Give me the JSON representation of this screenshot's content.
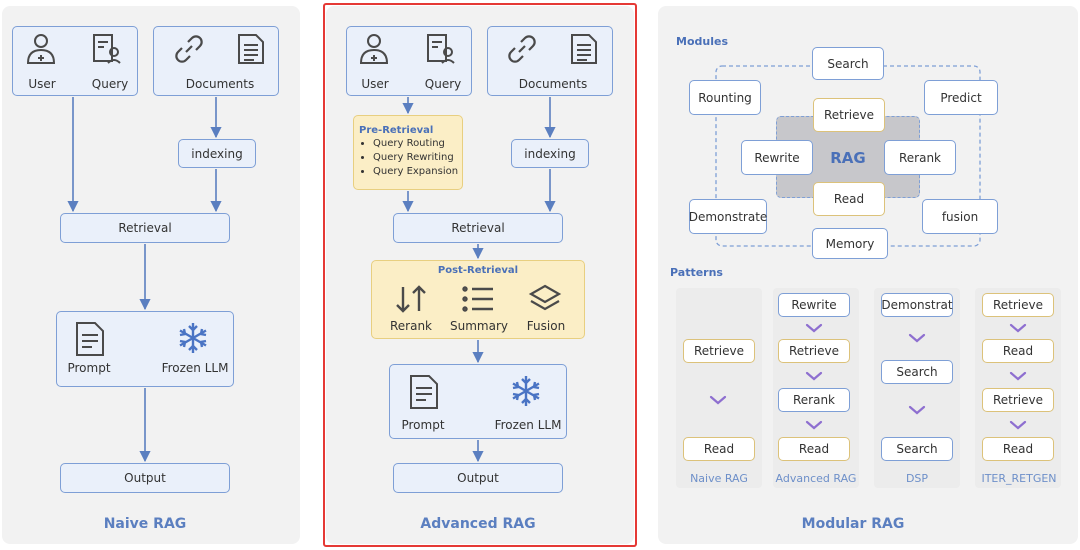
{
  "naive": {
    "title": "Naive RAG",
    "user": "User",
    "query": "Query",
    "documents": "Documents",
    "indexing": "indexing",
    "retrieval": "Retrieval",
    "prompt": "Prompt",
    "frozen_llm": "Frozen LLM",
    "output": "Output"
  },
  "advanced": {
    "title": "Advanced RAG",
    "user": "User",
    "query": "Query",
    "documents": "Documents",
    "pre_retrieval_title": "Pre-Retrieval",
    "pre_retrieval_items": [
      "Query Routing",
      "Query Rewriting",
      "Query Expansion"
    ],
    "indexing": "indexing",
    "retrieval": "Retrieval",
    "post_retrieval_title": "Post-Retrieval",
    "rerank": "Rerank",
    "summary": "Summary",
    "fusion": "Fusion",
    "prompt": "Prompt",
    "frozen_llm": "Frozen LLM",
    "output": "Output"
  },
  "modular": {
    "title": "Modular RAG",
    "modules_label": "Modules",
    "patterns_label": "Patterns",
    "modules": {
      "search": "Search",
      "rounting": "Rounting",
      "predict": "Predict",
      "retrieve": "Retrieve",
      "rag": "RAG",
      "rewrite": "Rewrite",
      "rerank": "Rerank",
      "read": "Read",
      "demonstrate": "Demonstrate",
      "fusion": "fusion",
      "memory": "Memory"
    },
    "patterns": {
      "naive": {
        "name": "Naive RAG",
        "steps": [
          "Retrieve",
          "Read"
        ]
      },
      "advanced": {
        "name": "Advanced RAG",
        "steps": [
          "Rewrite",
          "Retrieve",
          "Rerank",
          "Read"
        ]
      },
      "dsp": {
        "name": "DSP",
        "steps": [
          "Demonstrat",
          "Search",
          "Search"
        ]
      },
      "iter": {
        "name": "ITER_RETGEN",
        "steps": [
          "Retrieve",
          "Read",
          "Retrieve",
          "Read"
        ]
      }
    }
  },
  "colors": {
    "accent_blue": "#5b7fc0",
    "box_blue": "#eaf0fa",
    "box_border": "#7e9fd6",
    "highlight_red": "#e53935",
    "yellow_fill": "#fbeec6",
    "purple_chevron": "#8e6fd0"
  }
}
